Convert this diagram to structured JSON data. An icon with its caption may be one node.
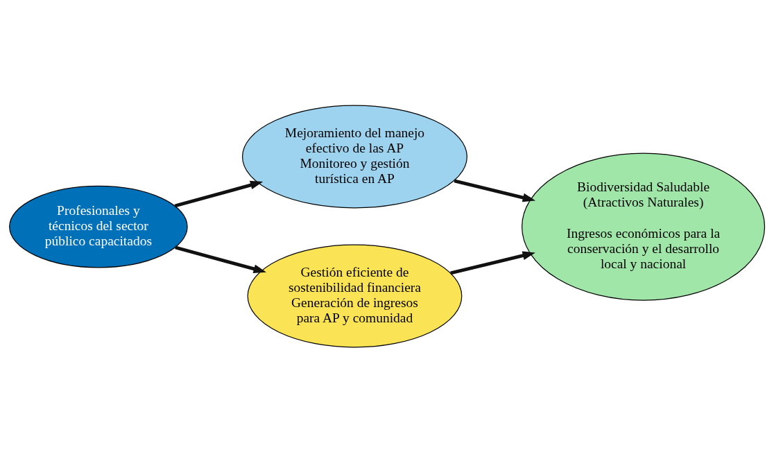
{
  "diagram": {
    "nodes": [
      {
        "text": [
          "Profesionales y técnicos del sector público capacitados"
        ]
      },
      {
        "text": [
          "Mejoramiento del manejo efectivo de las AP",
          "Monitoreo y gestión turística en AP"
        ]
      },
      {
        "text": [
          "Gestión eficiente de sostenibilidad financiera",
          "Generación de ingresos para AP y comunidad"
        ]
      },
      {
        "text": [
          "Biodiversidad Saludable (Atractivos Naturales)",
          "Ingresos económicos para la conservación y el desarrollo local y nacional"
        ]
      }
    ],
    "edges": [
      {
        "from": 0,
        "to": 1,
        "arrow": "to"
      },
      {
        "from": 0,
        "to": 2,
        "arrow": "to"
      },
      {
        "from": 1,
        "to": 3,
        "arrow": "to"
      },
      {
        "from": 2,
        "to": 3,
        "arrow": "to"
      }
    ]
  }
}
